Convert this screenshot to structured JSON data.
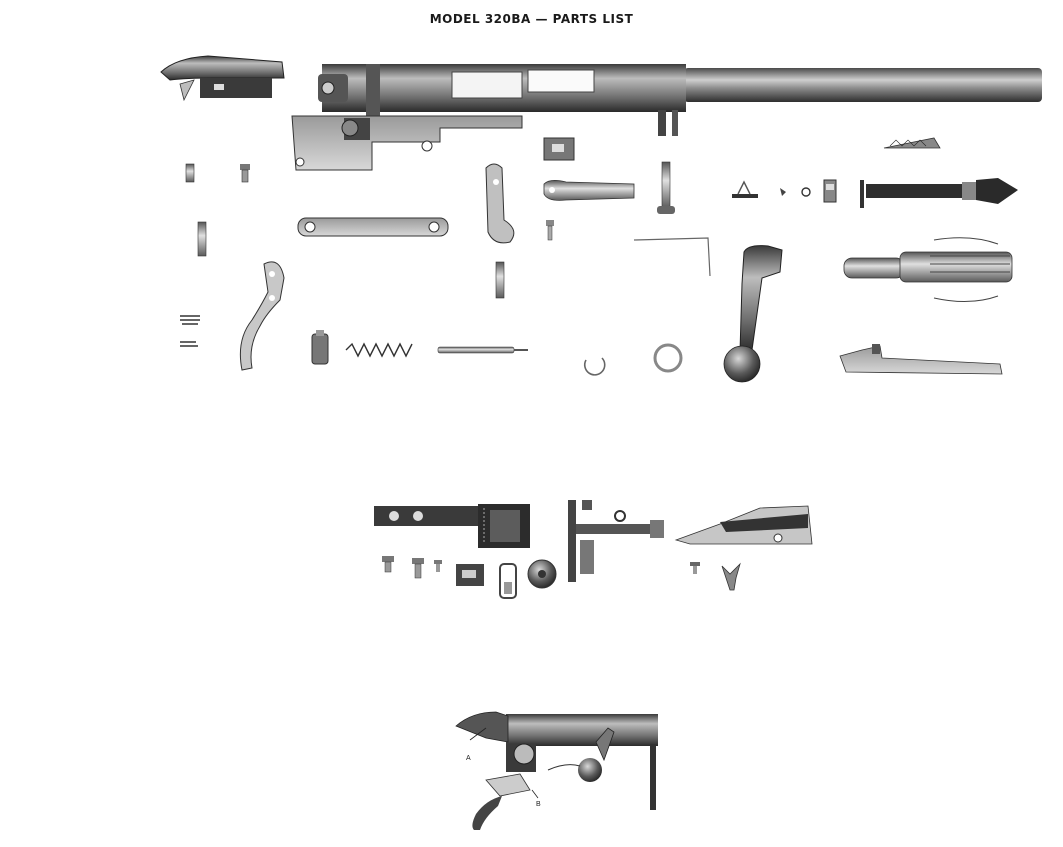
{
  "title": "MODEL 320BA — PARTS LIST",
  "callouts": {
    "a": "A",
    "b": "B"
  },
  "colors": {
    "ink": "#2a2a2a",
    "metal_dark": "#3a3a3a",
    "metal_mid": "#7a7a7a",
    "metal_light": "#b5b5b5",
    "paper": "#ffffff"
  }
}
